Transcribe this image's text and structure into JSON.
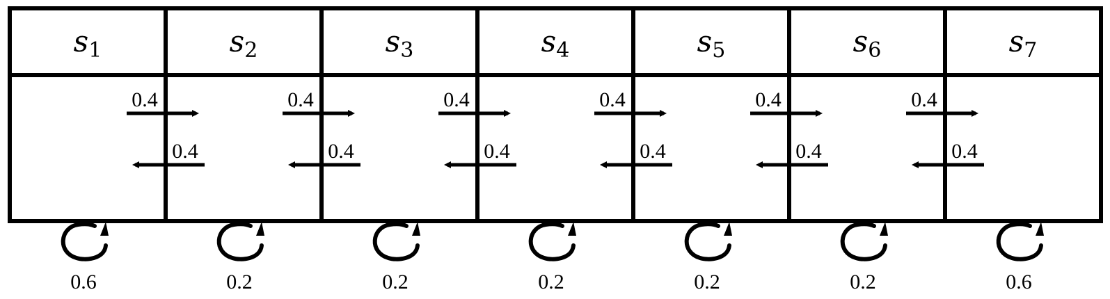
{
  "states": [
    {
      "symbol": "s",
      "subscript": "1",
      "self_loop": "0.6",
      "right": "0.4",
      "left": null
    },
    {
      "symbol": "s",
      "subscript": "2",
      "self_loop": "0.2",
      "right": "0.4",
      "left": "0.4"
    },
    {
      "symbol": "s",
      "subscript": "3",
      "self_loop": "0.2",
      "right": "0.4",
      "left": "0.4"
    },
    {
      "symbol": "s",
      "subscript": "4",
      "self_loop": "0.2",
      "right": "0.4",
      "left": "0.4"
    },
    {
      "symbol": "s",
      "subscript": "5",
      "self_loop": "0.2",
      "right": "0.4",
      "left": "0.4"
    },
    {
      "symbol": "s",
      "subscript": "6",
      "self_loop": "0.2",
      "right": "0.4",
      "left": "0.4"
    },
    {
      "symbol": "s",
      "subscript": "7",
      "self_loop": "0.6",
      "right": null,
      "left": "0.4"
    }
  ],
  "colors": {
    "stroke": "#000000",
    "background": "#ffffff"
  }
}
